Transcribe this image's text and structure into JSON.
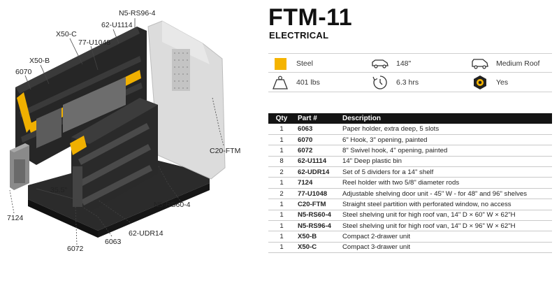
{
  "product": {
    "model": "FTM-11",
    "category": "ELECTRICAL"
  },
  "specs": [
    {
      "icon": "material-swatch-icon",
      "value": "Steel"
    },
    {
      "icon": "van-length-icon",
      "value": "148\""
    },
    {
      "icon": "van-roof-icon",
      "value": "Medium Roof"
    },
    {
      "icon": "weight-icon",
      "value": "401 lbs"
    },
    {
      "icon": "install-time-icon",
      "value": "6.3 hrs"
    },
    {
      "icon": "hardware-nut-icon",
      "value": "Yes"
    }
  ],
  "parts_table": {
    "headers": {
      "qty": "Qty",
      "part": "Part #",
      "description": "Description"
    },
    "rows": [
      {
        "qty": "1",
        "part": "6063",
        "description": "Paper holder, extra deep, 5 slots"
      },
      {
        "qty": "1",
        "part": "6070",
        "description": "6\" Hook, 3\" opening, painted"
      },
      {
        "qty": "1",
        "part": "6072",
        "description": "8\" Swivel hook, 4\" opening, painted"
      },
      {
        "qty": "8",
        "part": "62-U1114",
        "description": "14\" Deep plastic bin"
      },
      {
        "qty": "2",
        "part": "62-UDR14",
        "description": "Set of 5 dividers for a 14\" shelf"
      },
      {
        "qty": "1",
        "part": "7124",
        "description": "Reel holder with two 5/8\" diameter rods"
      },
      {
        "qty": "2",
        "part": "77-U1048",
        "description": "Adjustable shelving door unit - 45\" W - for 48\" and 96\" shelves"
      },
      {
        "qty": "1",
        "part": "C20-FTM",
        "description": "Straight steel partition with perforated window, no access"
      },
      {
        "qty": "1",
        "part": "N5-RS60-4",
        "description": "Steel shelving unit for high roof van, 14\" D × 60\" W × 62\"H"
      },
      {
        "qty": "1",
        "part": "N5-RS96-4",
        "description": "Steel shelving unit for high roof van, 14\" D × 96\" W × 62\"H"
      },
      {
        "qty": "1",
        "part": "X50-B",
        "description": "Compact 2-drawer unit"
      },
      {
        "qty": "1",
        "part": "X50-C",
        "description": "Compact 3-drawer unit"
      }
    ]
  },
  "callouts": {
    "n5_rs96_4": "N5-RS96-4",
    "p62_u1114": "62-U1114",
    "x50_c": "X50-C",
    "p77_u1048": "77-U1048",
    "x50_b": "X50-B",
    "p6070": "6070",
    "c20_ftm": "C20-FTM",
    "dim_35_5": "35.5\"",
    "n5_rs60_4": "N5-RS60-4",
    "p7124": "7124",
    "p62_udr14": "62-UDR14",
    "p6072": "6072",
    "p6063": "6063"
  },
  "colors": {
    "accent_yellow": "#f5b400",
    "shelf_black": "#232323",
    "partition_gray": "#d9d9d9",
    "table_header": "#141414"
  }
}
